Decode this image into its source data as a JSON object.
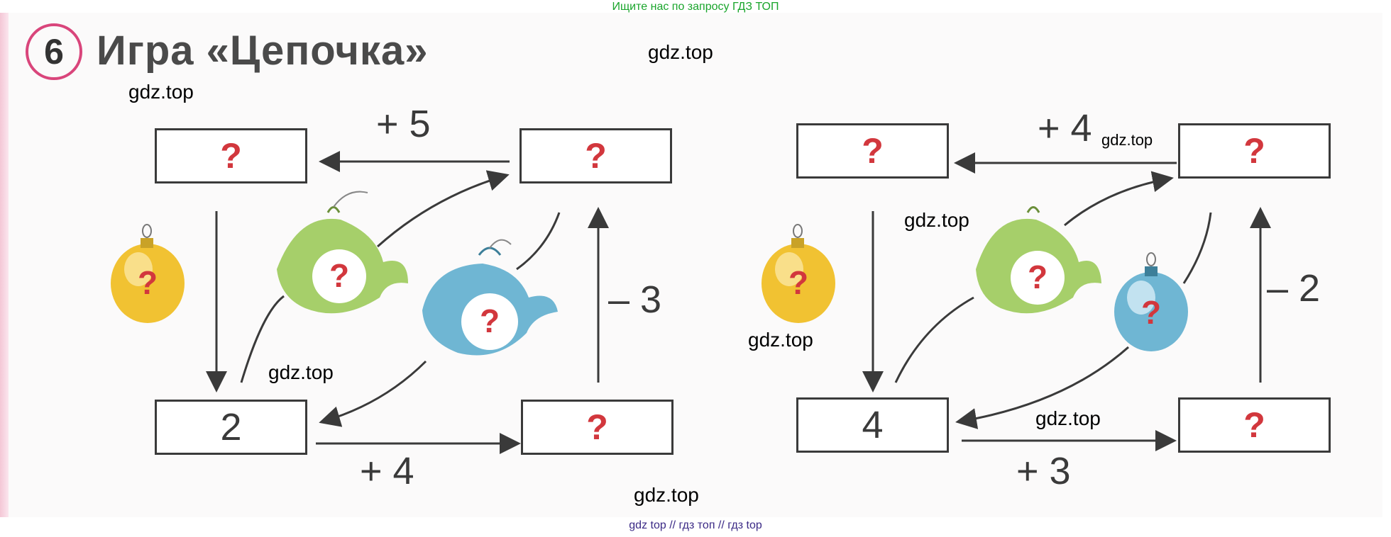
{
  "header_watermark": "Ищите нас по запросу ГДЗ ТОП",
  "footer_watermark": "gdz top  //  гдз топ  //  гдз top",
  "exercise": {
    "number": "6",
    "title": "Игра «Цепочка»"
  },
  "watermarks": {
    "w1": "gdz.top",
    "w2": "gdz.top",
    "w3": "gdz.top",
    "w4": "gdz.top",
    "w5": "gdz.top",
    "w6": "gdz.top",
    "w7": "gdz.top",
    "w8": "gdz.top"
  },
  "chain_left": {
    "top_left": "?",
    "top_right": "?",
    "bottom_left": "2",
    "bottom_right": "?",
    "op_top": "+ 5",
    "op_right": "– 3",
    "op_bottom": "+ 4",
    "ornament_yellow": "?",
    "fish_green": "?",
    "fish_blue": "?"
  },
  "chain_right": {
    "top_left": "?",
    "top_right": "?",
    "bottom_left": "4",
    "bottom_right": "?",
    "op_top": "+ 4",
    "op_right": "– 2",
    "op_bottom": "+ 3",
    "ornament_yellow": "?",
    "fish_green": "?",
    "ornament_blue": "?"
  },
  "colors": {
    "question": "#d2373d",
    "circle": "#d9457b",
    "yellow_ornament": "#f1c232",
    "green_fish": "#a6cf6a",
    "blue_fish": "#6fb6d3"
  }
}
